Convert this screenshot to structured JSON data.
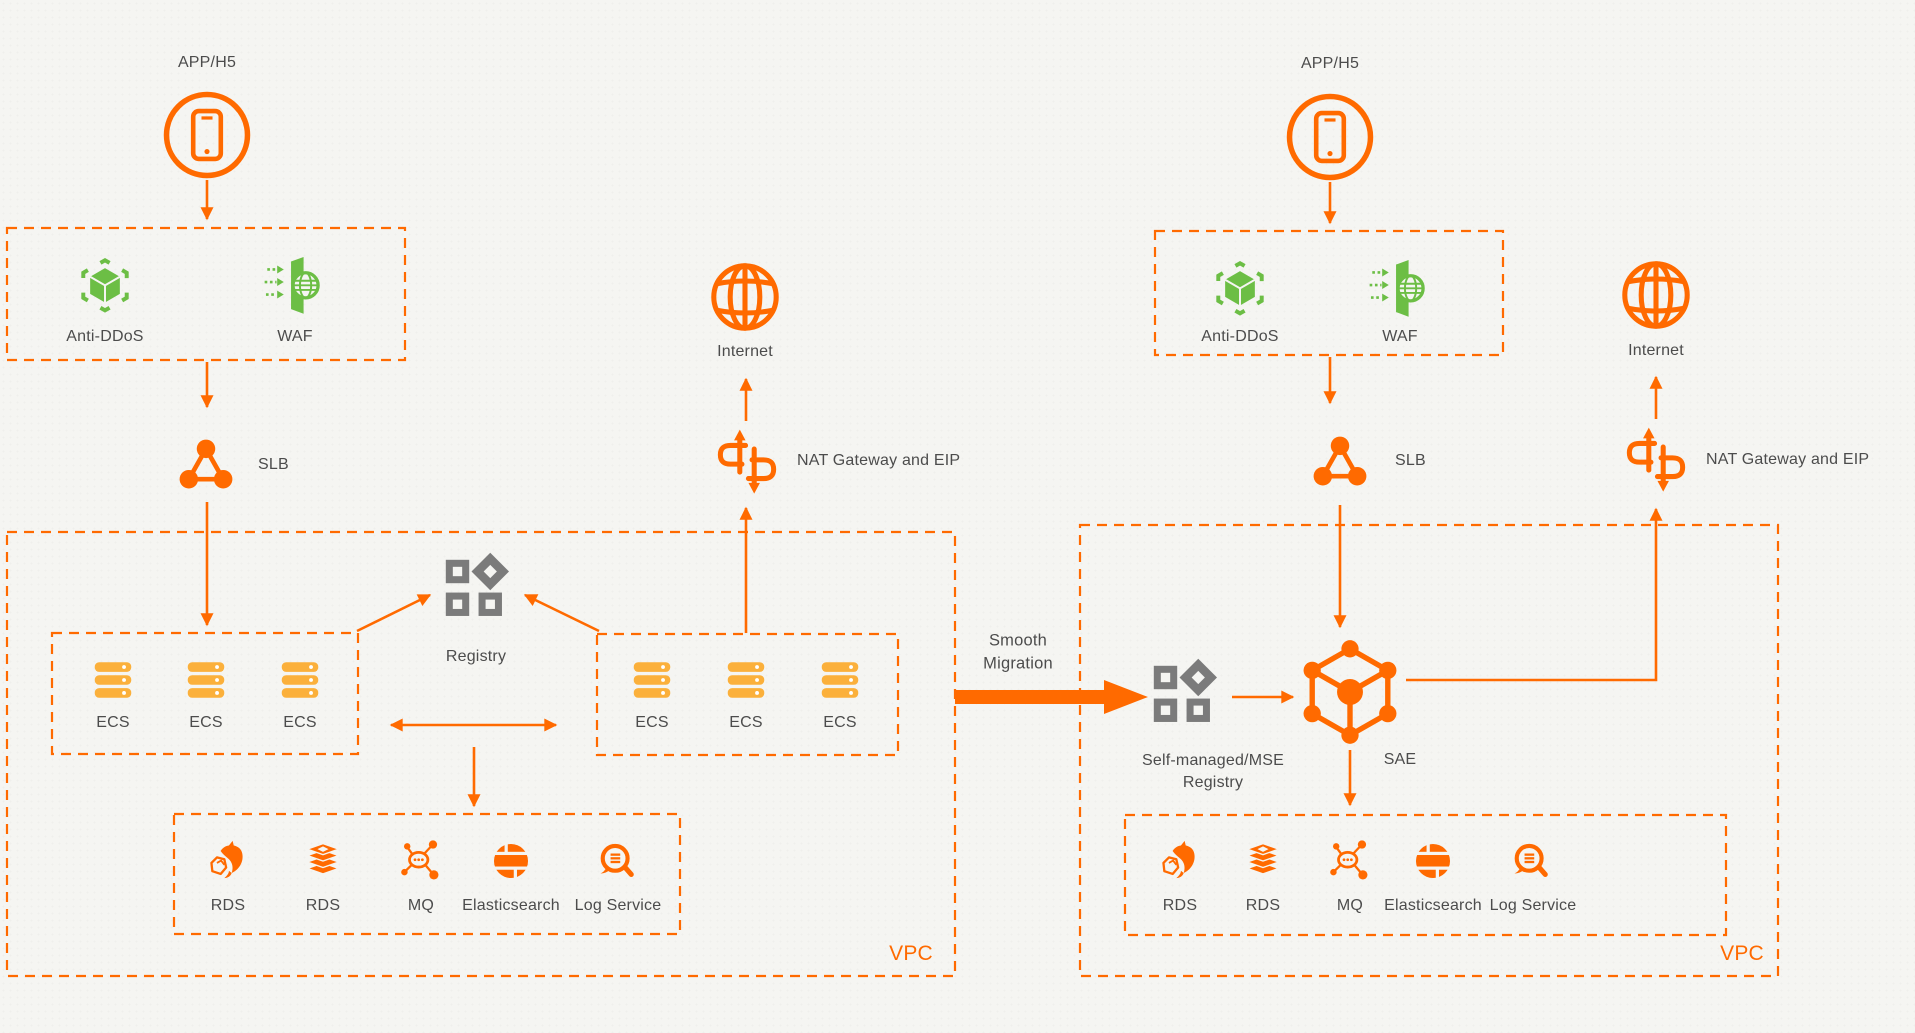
{
  "colors": {
    "orange": "#FF6A00",
    "ecs_yellow": "#FBB03B",
    "green": "#6CBE45",
    "gray": "#7B7B7B",
    "text": "#4C4C4C",
    "background": "#F5F5F2"
  },
  "left": {
    "app": "APP/H5",
    "anti_ddos": "Anti-DDoS",
    "waf": "WAF",
    "slb": "SLB",
    "internet": "Internet",
    "nat": "NAT Gateway and EIP",
    "ecs_group1": [
      "ECS",
      "ECS",
      "ECS"
    ],
    "ecs_group2": [
      "ECS",
      "ECS",
      "ECS"
    ],
    "registry": "Registry",
    "services": [
      "RDS",
      "RDS",
      "MQ",
      "Elasticsearch",
      "Log Service"
    ],
    "vpc": "VPC"
  },
  "migration": {
    "line1": "Smooth",
    "line2": "Migration"
  },
  "right": {
    "app": "APP/H5",
    "anti_ddos": "Anti-DDoS",
    "waf": "WAF",
    "slb": "SLB",
    "internet": "Internet",
    "nat": "NAT Gateway and EIP",
    "registry_line1": "Self-managed/MSE",
    "registry_line2": "Registry",
    "sae": "SAE",
    "services": [
      "RDS",
      "RDS",
      "MQ",
      "Elasticsearch",
      "Log Service"
    ],
    "vpc": "VPC"
  }
}
